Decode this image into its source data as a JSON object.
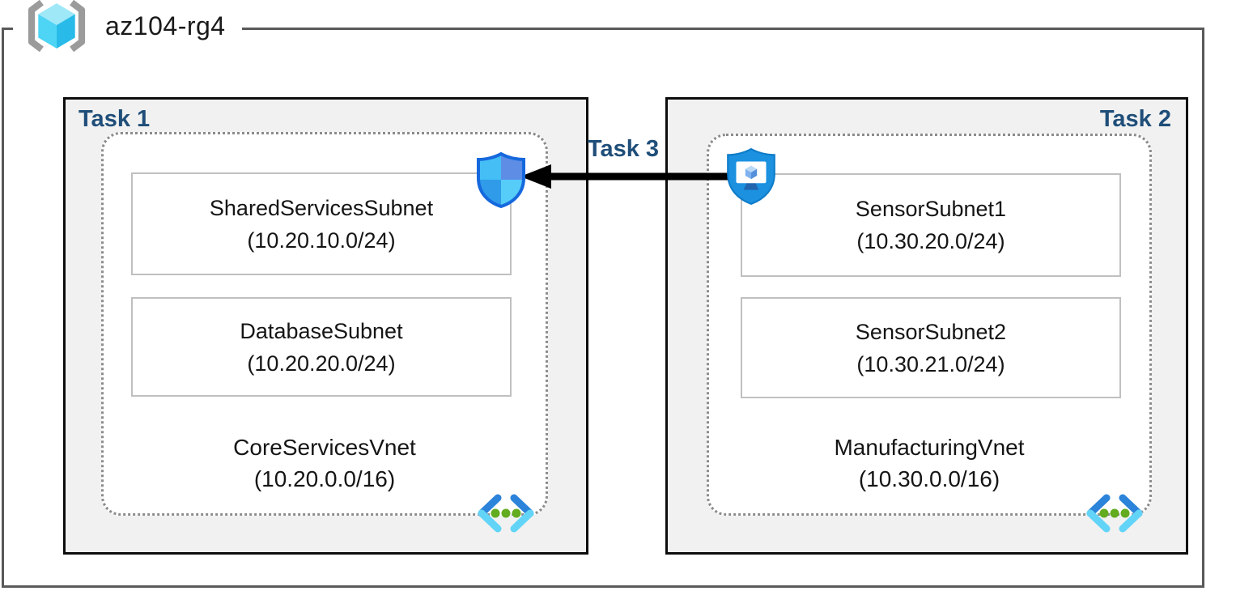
{
  "resource_group": {
    "label": "az104-rg4"
  },
  "task1": {
    "label": "Task 1",
    "vnet": {
      "name": "CoreServicesVnet",
      "cidr": "(10.20.0.0/16)",
      "subnets": [
        {
          "name": "SharedServicesSubnet",
          "cidr": "(10.20.10.0/24)"
        },
        {
          "name": "DatabaseSubnet",
          "cidr": "(10.20.20.0/24)"
        }
      ]
    }
  },
  "task2": {
    "label": "Task 2",
    "vnet": {
      "name": "ManufacturingVnet",
      "cidr": "(10.30.0.0/16)",
      "subnets": [
        {
          "name": "SensorSubnet1",
          "cidr": "(10.30.20.0/24)"
        },
        {
          "name": "SensorSubnet2",
          "cidr": "(10.30.21.0/24)"
        }
      ]
    }
  },
  "task3": {
    "label": "Task 3"
  },
  "icons": {
    "resource_group": "azure-resource-group-cube-icon",
    "virtual_network": "azure-virtual-network-icon",
    "defender_shield": "microsoft-defender-shield-icon",
    "device_security": "device-security-shield-icon",
    "arrow": "peering-arrow-left"
  },
  "colors": {
    "task_label_navy": "#1F4E79",
    "task_box_fill": "#F1F1F1",
    "task_box_border": "#0D0D0D",
    "rg_frame_border": "#595959",
    "dotted_boundary": "#8C8C8C",
    "subnet_border": "#C0C0C0",
    "arrow_black": "#000000",
    "vnet_chevron_blue": "#2B83DA",
    "vnet_chevron_cyan": "#62D4F7",
    "vnet_dots_green": "#63AB1F",
    "defender_tl": "#44BEF5",
    "defender_tr": "#5E8DE6",
    "defender_bl": "#2F9BE9",
    "defender_br": "#55CDF8",
    "defender_outline": "#1568DD",
    "device_shield_blue": "#1B91E0",
    "rg_cube_top": "#9FE8F8",
    "rg_cube_left": "#4ED4F4",
    "rg_cube_right": "#28BBE9",
    "rg_brackets_gray": "#9B9B9B"
  }
}
